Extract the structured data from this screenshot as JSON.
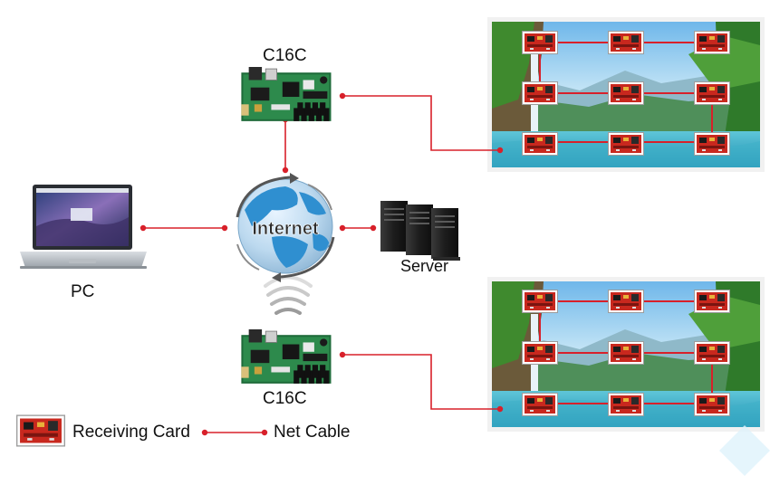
{
  "labels": {
    "controller_top": "C16C",
    "controller_bottom": "C16C",
    "pc": "PC",
    "server": "Server",
    "internet": "Internet"
  },
  "legend": {
    "receiving_card": "Receiving Card",
    "net_cable": "Net Cable"
  },
  "colors": {
    "cable": "#d8202a",
    "card_red": "#c8281e",
    "board_green": "#1f6b3a",
    "globe_blue": "#2f8fd0"
  },
  "icons": {
    "controller": "led-controller-board-icon",
    "pc": "laptop-icon",
    "internet": "globe-icon",
    "server": "server-tower-icon",
    "wifi": "wifi-signal-icon",
    "receiving_card": "receiving-card-icon"
  },
  "screens": {
    "top": {
      "rows": 3,
      "cols": 3
    },
    "bottom": {
      "rows": 3,
      "cols": 3
    }
  }
}
